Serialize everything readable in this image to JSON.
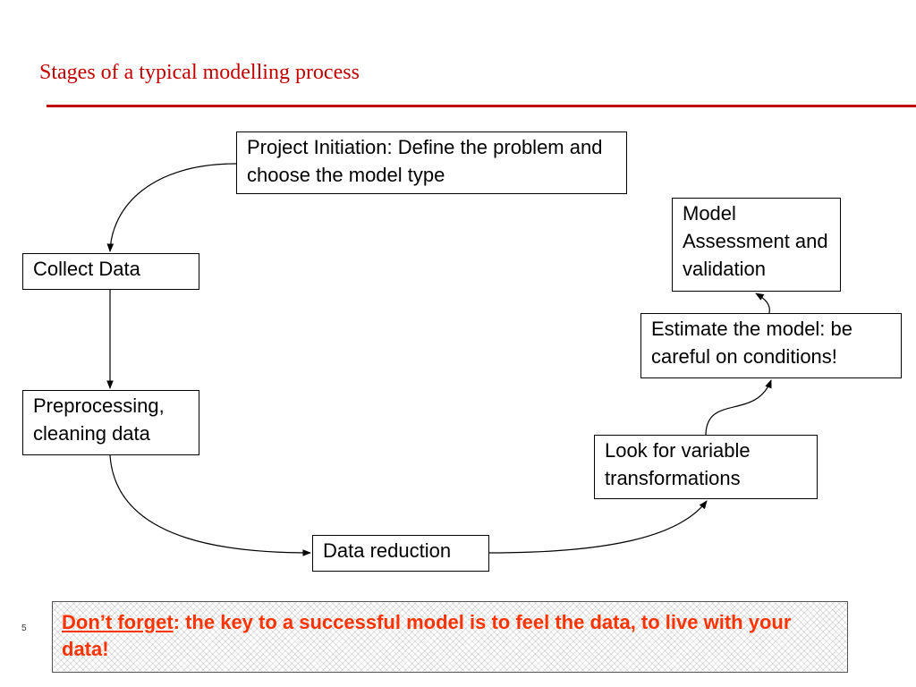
{
  "slide": {
    "title": "Stages of a typical modelling process",
    "page_number": "5",
    "accent_color": "#c00000"
  },
  "diagram": {
    "nodes": {
      "project_initiation": "Project Initiation: Define the problem and choose the model type",
      "collect_data": "Collect Data",
      "preprocessing": "Preprocessing, cleaning data",
      "data_reduction": "Data reduction",
      "variable_transformations": "Look for variable transformations",
      "estimate_model": "Estimate the model: be careful on conditions!",
      "model_assessment": "Model Assessment and validation"
    },
    "edges": [
      [
        "project_initiation",
        "collect_data"
      ],
      [
        "collect_data",
        "preprocessing"
      ],
      [
        "preprocessing",
        "data_reduction"
      ],
      [
        "data_reduction",
        "variable_transformations"
      ],
      [
        "variable_transformations",
        "estimate_model"
      ],
      [
        "estimate_model",
        "model_assessment"
      ]
    ]
  },
  "note": {
    "emphasis": "Don’t forget",
    "text": ": the key to a successful model is to feel the data, to live with your data!",
    "color": "#ff3300"
  }
}
